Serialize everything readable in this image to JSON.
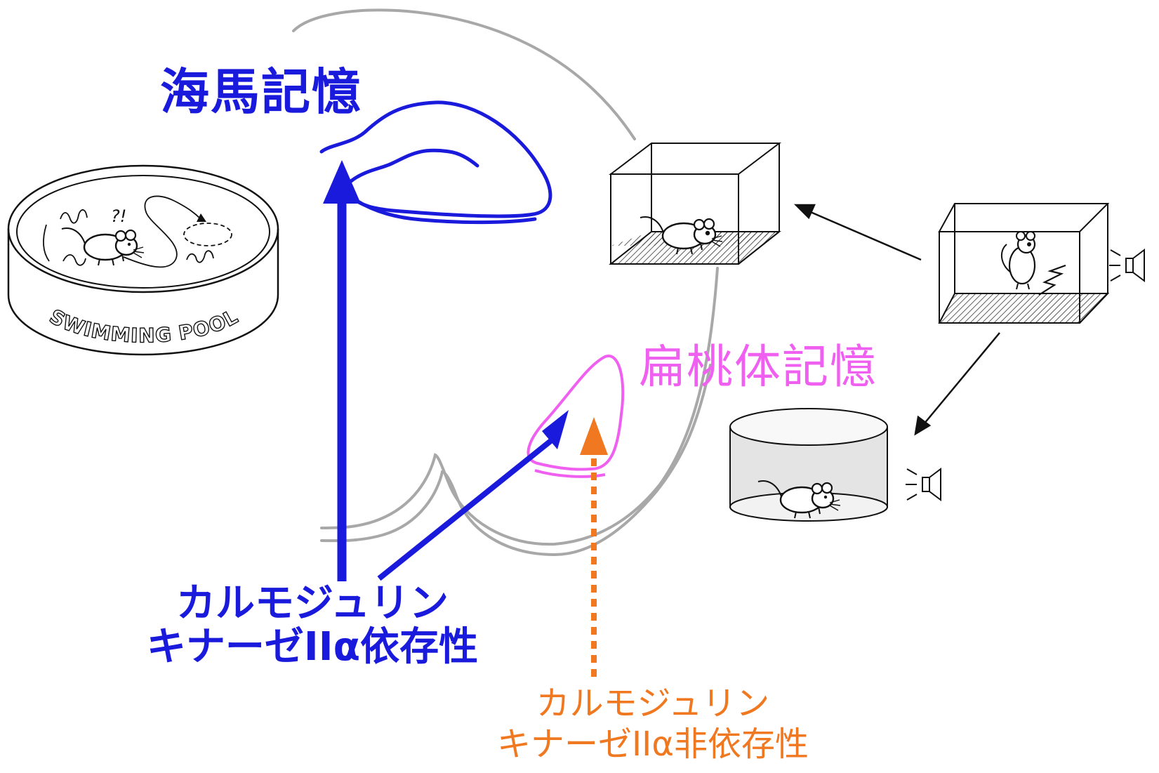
{
  "labels": {
    "hippocampal_memory": "海馬記憶",
    "amygdala_memory": "扁桃体記憶",
    "dependent_line1": "カルモジュリン",
    "dependent_line2": "キナーゼIIα依存性",
    "independent_line1": "カルモジュリン",
    "independent_line2": "キナーゼIIα非依存性"
  },
  "pool": {
    "sign": "SWIMMING POOL",
    "mouse_exclaim": "?!"
  },
  "colors": {
    "hippocampus": "#1a1adc",
    "amygdala": "#f060f0",
    "dependent": "#1a1adc",
    "independent": "#f07820",
    "brain_outline": "#a8a8a8",
    "ink": "#111111"
  },
  "icons": {
    "speaker_top": "speaker-icon",
    "speaker_bottom": "speaker-icon",
    "shock": "lightning-icon"
  }
}
